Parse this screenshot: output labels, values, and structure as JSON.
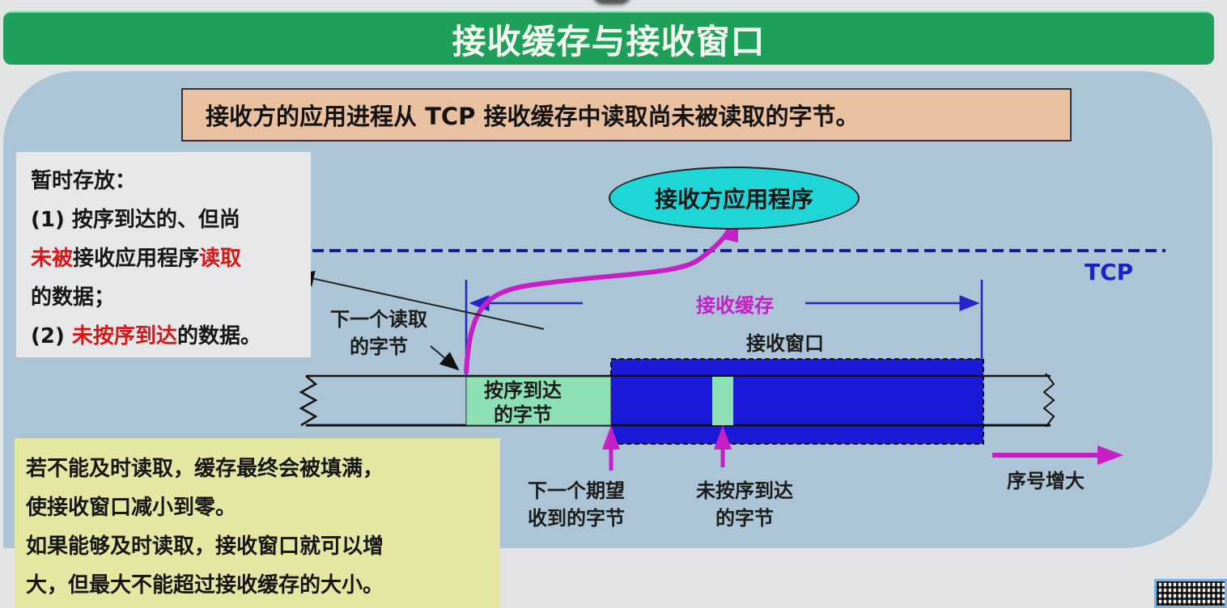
{
  "title": "接收缓存与接收窗口",
  "banner": "接收方的应用进程从 TCP 接收缓存中读取尚未被读取的字节。",
  "left_note": {
    "heading": "暂时存放：",
    "line1": "(1) 按序到达的、但尚",
    "line2_red1": "未被",
    "line2_black": "接收应用程序",
    "line2_red2": "读取",
    "line3": "的数据；",
    "line4_prefix": "(2) ",
    "line4_red": "未按序到达",
    "line4_suffix": "的数据。"
  },
  "diagram": {
    "app_ellipse": "接收方应用程序",
    "tcp_label": "TCP",
    "receive_buffer_label": "接收缓存",
    "receive_window_label": "接收窗口",
    "next_read_byte": [
      "下一个读取",
      "的字节"
    ],
    "in_order_bytes": [
      "按序到达",
      "的字节"
    ],
    "next_expected_byte": [
      "下一个期望",
      "收到的字节"
    ],
    "out_of_order_bytes": [
      "未按序到达",
      "的字节"
    ],
    "seq_increase_label": "序号增大",
    "colors": {
      "title_green": "#1ea05a",
      "panel_blue": "#abc4d6",
      "window_blue": "#1a1ad8",
      "received_green": "#8de0b4",
      "arrow_magenta": "#c61fc6",
      "tcp_dashed": "#1b1f8a"
    }
  },
  "bottom_note": {
    "line1": "若不能及时读取，缓存最终会被填满，",
    "line2": "使接收窗口减小到零。",
    "line3": "如果能够及时读取，接收窗口就可以增",
    "line4": "大，但最大不能超过接收缓存的大小。"
  }
}
